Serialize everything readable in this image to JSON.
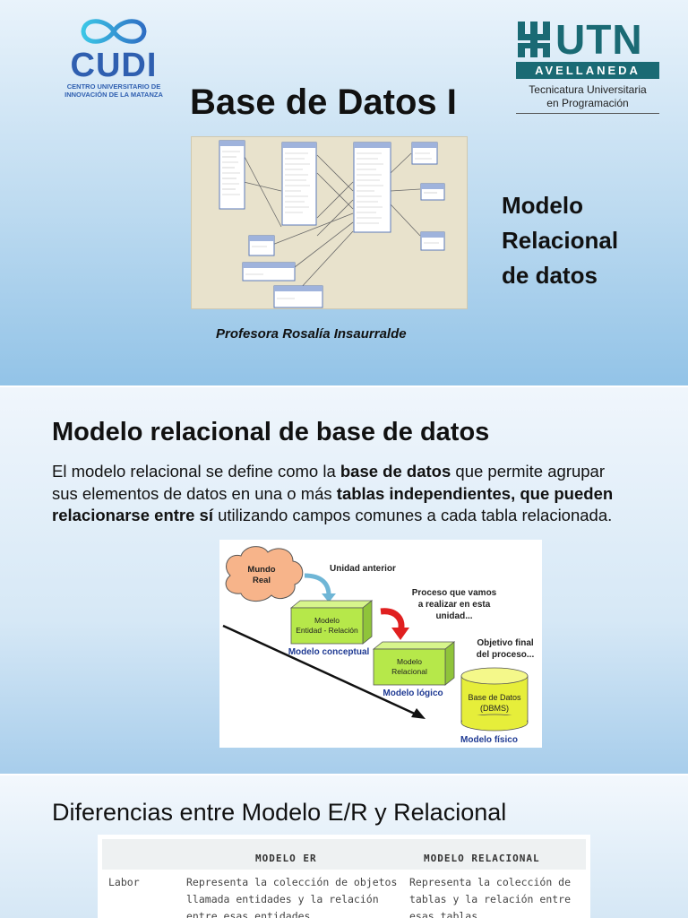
{
  "slide1": {
    "cudi_logo": {
      "word": "CUDI",
      "subtitle_line1": "CENTRO UNIVERSITARIO DE",
      "subtitle_line2": "INNOVACIÓN DE LA MATANZA"
    },
    "utn_logo": {
      "word": "UTN",
      "bar": "AVELLANEDA",
      "sub_line1": "Tecnicatura Universitaria",
      "sub_line2": "en Programación"
    },
    "title": "Base de Datos I",
    "side_line1": "Modelo",
    "side_line2": "Relacional",
    "side_line3": "de datos",
    "professor": "Profesora Rosalía Insaurralde"
  },
  "slide2": {
    "title": "Modelo relacional de base de datos",
    "para_1": "El modelo relacional se define como la ",
    "para_bold_1": "base de datos",
    "para_2": " que permite agrupar sus elementos de datos en una o más ",
    "para_bold_2": "tablas independientes, que pueden relacionarse entre sí",
    "para_3": " utilizando campos comunes a cada tabla relacionada.",
    "diagram": {
      "cloud_line1": "Mundo",
      "cloud_line2": "Real",
      "unidad_anterior": "Unidad anterior",
      "box1_line1": "Modelo",
      "box1_line2": "Entidad - Relación",
      "box1_caption": "Modelo conceptual",
      "proceso_line1": "Proceso que vamos",
      "proceso_line2": "a realizar en esta",
      "proceso_line3": "unidad...",
      "box2_line1": "Modelo",
      "box2_line2": "Relacional",
      "box2_caption": "Modelo lógico",
      "objetivo_line1": "Objetivo final",
      "objetivo_line2": "del proceso...",
      "cyl_line1": "Base de Datos",
      "cyl_line2": "(DBMS)",
      "cyl_caption": "Modelo físico"
    }
  },
  "slide3": {
    "title": "Diferencias entre Modelo E/R y Relacional",
    "table": {
      "headers": [
        "MODELO ER",
        "MODELO RELACIONAL"
      ],
      "row_label": "Labor",
      "er_lines": [
        "Representa la colección de objetos",
        "llamada entidades y la relación",
        "entre esas entidades."
      ],
      "rel_lines": [
        "Representa la colección de",
        "tablas y la relación entre",
        "esas tablas."
      ]
    }
  },
  "colors": {
    "cudi_blue": "#2f5fb0",
    "cudi_cyan": "#33b4e3",
    "utn_teal": "#1a6a74",
    "green_box": "#b6e84a"
  }
}
